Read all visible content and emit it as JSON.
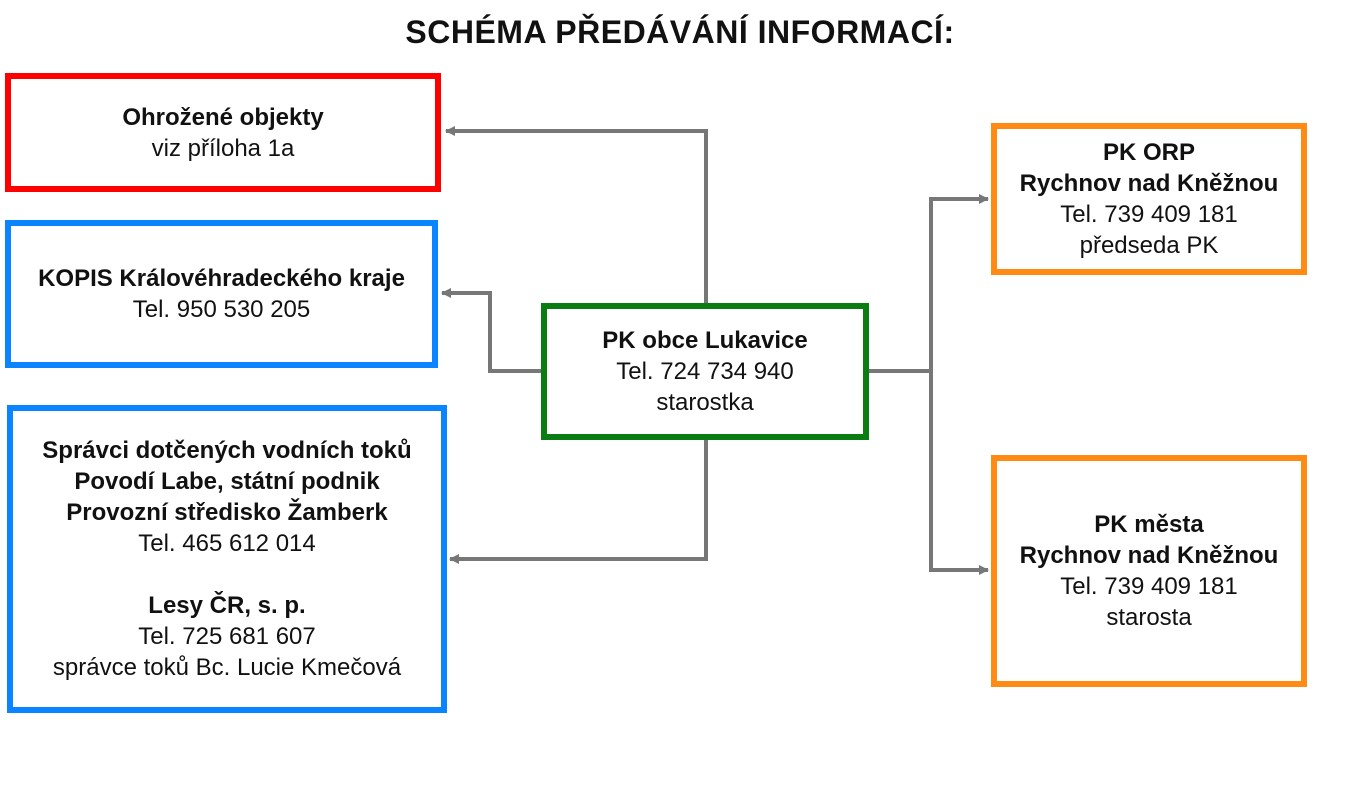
{
  "title": "SCHÉMA PŘEDÁVÁNÍ INFORMACÍ:",
  "colors": {
    "red": "#ff0000",
    "blue": "#0a84ff",
    "green": "#0a7d12",
    "orange": "#ff8a14",
    "connector": "#777777"
  },
  "nodes": {
    "ohrozene": {
      "name": "Ohrožené objekty",
      "detail": "viz příloha 1a"
    },
    "kopis": {
      "name": "KOPIS Královéhradeckého kraje",
      "phone": "Tel. 950 530 205"
    },
    "spravci": {
      "line1": "Správci dotčených vodních toků",
      "line2": "Povodí Labe, státní podnik",
      "line3": "Provozní středisko Žamberk",
      "phone": "Tel. 465 612 014",
      "name2": "Lesy ČR, s. p.",
      "phone2": "Tel. 725 681 607",
      "person2": "správce toků Bc. Lucie Kmečová"
    },
    "center": {
      "name": "PK obce Lukavice",
      "phone": "Tel. 724 734 940",
      "role": "starostka"
    },
    "orp": {
      "name": "PK ORP",
      "place": "Rychnov nad Kněžnou",
      "phone": "Tel. 739 409 181",
      "role": "předseda PK"
    },
    "mesto": {
      "name": "PK města",
      "place": "Rychnov nad Kněžnou",
      "phone": "Tel. 739 409 181",
      "role": "starosta"
    }
  }
}
